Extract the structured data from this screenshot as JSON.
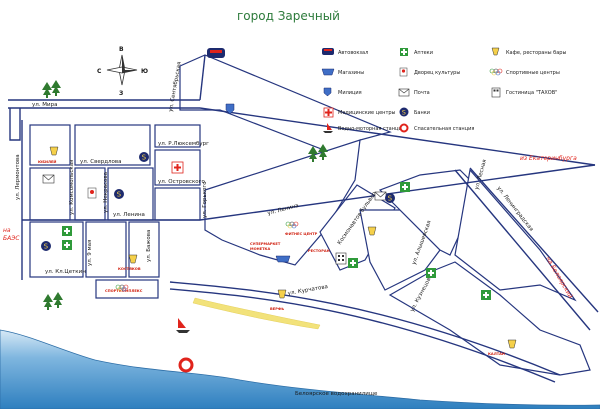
{
  "title": "город  Заречный",
  "compass": {
    "n": "В",
    "w": "С",
    "e": "Ю",
    "s": "З"
  },
  "streets": {
    "mira": "ул. Мира",
    "lermontova": "ул. Лермонтова",
    "komsomolskaya": "ул. Комсомольская",
    "sverdlova": "ул. Свердлова",
    "nekrasova": "ул. Некрасова",
    "lenina_left": "ул. Ленина",
    "lenina_main": "ул. Ленина",
    "kl_tsetkin": "ул. Кл.Цеткин",
    "may9": "ул. 9 мая",
    "bazhova": "ул. Бажова",
    "r_luxemburg": "ул. Р.Люксембург",
    "ostrovskogo": "ул. Островского",
    "gorkogo": "ул. Горького",
    "sentyabrskaya": "ул. Сентябрьская",
    "kurchatova": "ул. Курчатова",
    "kuznetsova": "ул. Кузнецова",
    "alyshevskaya": "ул. Алышевская",
    "lesnaya": "ул. Лесная",
    "leningradskaya": "ул. Ленинградская",
    "kosmonavtov": "Космонавтов бульвар"
  },
  "directions": {
    "ekaterinburg": "из Екатеринбурга",
    "baes_1": "на",
    "baes_2": "БАЭС",
    "beloyarsky": "на Белоярский"
  },
  "reservoir": "Белоярское водохранилище",
  "pois": {
    "yubiley": "ЮБИЛЕЙ",
    "kostyakov": "КОСТЯКОВ",
    "sport": "СПОРТКОМПЛЕКС",
    "fitness": "ФИТНЕС ЦЕНТР",
    "supermarket_1": "СУПЕРМАРКЕТ",
    "supermarket_2": "МОНЕТКА",
    "restoran": "РЕСТОРАН",
    "shipyard": "ВЕРФЬ",
    "kaltan": "КАЛТАН"
  },
  "legend": [
    {
      "icon": "bus-icon",
      "label": "Автовокзал"
    },
    {
      "icon": "pharmacy-icon",
      "label": "Аптеки"
    },
    {
      "icon": "cafe-icon",
      "label": "Кафе, рестораны бары"
    },
    {
      "icon": "shop-icon",
      "label": "Магазины"
    },
    {
      "icon": "theater-icon",
      "label": "Дворец культуры"
    },
    {
      "icon": "sport-rings-icon",
      "label": "Спортивные центры"
    },
    {
      "icon": "police-icon",
      "label": "Милиция"
    },
    {
      "icon": "mail-icon",
      "label": "Почта"
    },
    {
      "icon": "hotel-icon",
      "label": "Гостиница \"ТАХОВ\""
    },
    {
      "icon": "medical-icon",
      "label": "Медицинские центры"
    },
    {
      "icon": "bank-icon",
      "label": "Банки"
    },
    {
      "icon": "boat-icon",
      "label": "Водно-моторная станция"
    },
    {
      "icon": "lifebuoy-icon",
      "label": "Спасательная станция"
    }
  ],
  "colors": {
    "road": "#26367f",
    "water": "#3f8ec6",
    "water_light": "#b8d8ee",
    "sand": "#f2e27a",
    "tree": "#2f7a2f",
    "red": "#e0241c",
    "green_cross": "#2f9a3a"
  }
}
